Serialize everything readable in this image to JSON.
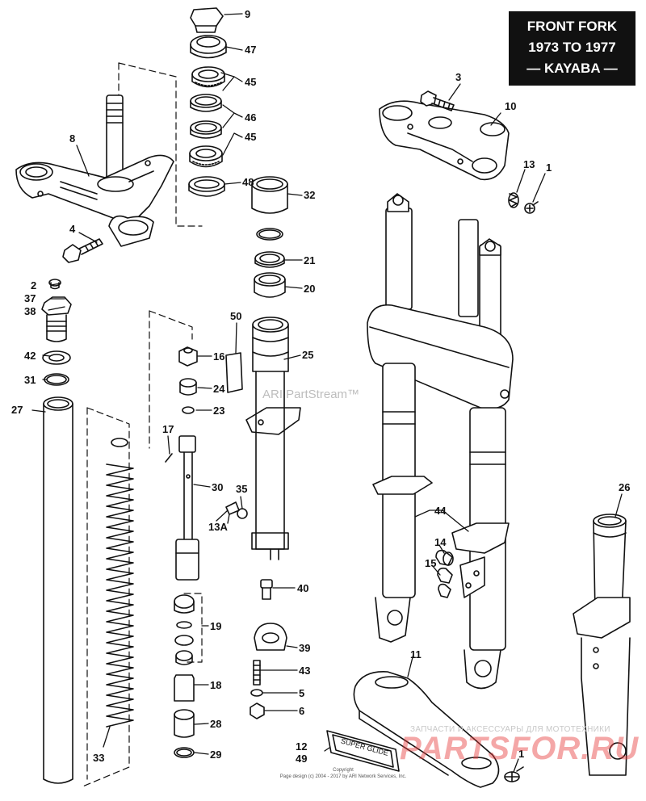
{
  "title": {
    "line1": "FRONT FORK",
    "line2": "1973 TO 1977",
    "line3": "— KAYABA —"
  },
  "watermarks": {
    "ari": "ARI PartStream™",
    "shop_text": "ЗАПЧАСТИ И АКСЕССУАРЫ ДЛЯ МОТОТЕХНИКИ",
    "shop_brand": "PARTSFOR.RU"
  },
  "emblem_text": "SUPER GLIDE",
  "copyright": {
    "line1": "Copyright",
    "line2": "Page design (c) 2004 - 2017 by ARI Network Services, Inc."
  },
  "callouts": {
    "c9": "9",
    "c47": "47",
    "c45a": "45",
    "c46": "46",
    "c45b": "45",
    "c48": "48",
    "c8": "8",
    "c4": "4",
    "c32": "32",
    "c21": "21",
    "c20": "20",
    "c3": "3",
    "c10": "10",
    "c13": "13",
    "c1a": "1",
    "c2": "2",
    "c37": "37",
    "c38": "38",
    "c42": "42",
    "c31": "31",
    "c27": "27",
    "c33": "33",
    "c50": "50",
    "c16": "16",
    "c24": "24",
    "c23": "23",
    "c17": "17",
    "c30": "30",
    "c35": "35",
    "c13a": "13A",
    "c19": "19",
    "c18": "18",
    "c28": "28",
    "c29": "29",
    "c25": "25",
    "c40": "40",
    "c39": "39",
    "c43": "43",
    "c5": "5",
    "c6": "6",
    "c11": "11",
    "c12": "12",
    "c49": "49",
    "c44": "44",
    "c14": "14",
    "c15": "15",
    "c26": "26",
    "c1b": "1"
  },
  "colors": {
    "ink": "#111111",
    "title_bg": "#111111",
    "title_fg": "#ffffff",
    "watermark_red": "#e63c3c"
  }
}
